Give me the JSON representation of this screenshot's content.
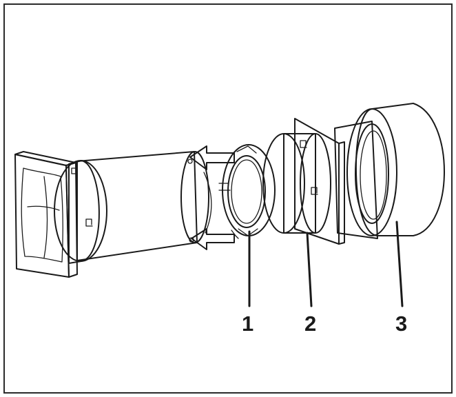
{
  "callouts": {
    "c1": "1",
    "c2": "2",
    "c3": "3"
  },
  "icons": {
    "frame": "outer-border",
    "louvre": "square-air-grille",
    "tube": "wall-sleeve-tube",
    "tabs": "alignment-clip-arrows",
    "part1": "sealing-ring",
    "part2": "fan-housing-cylinder",
    "part3": "foam-filter-cartridge"
  },
  "colors": {
    "line": "#1a1a1a",
    "tab_fill": "#c8c8c8",
    "ring_fill": "#9a9a9a",
    "foam_fill": "#dcdcdc"
  }
}
